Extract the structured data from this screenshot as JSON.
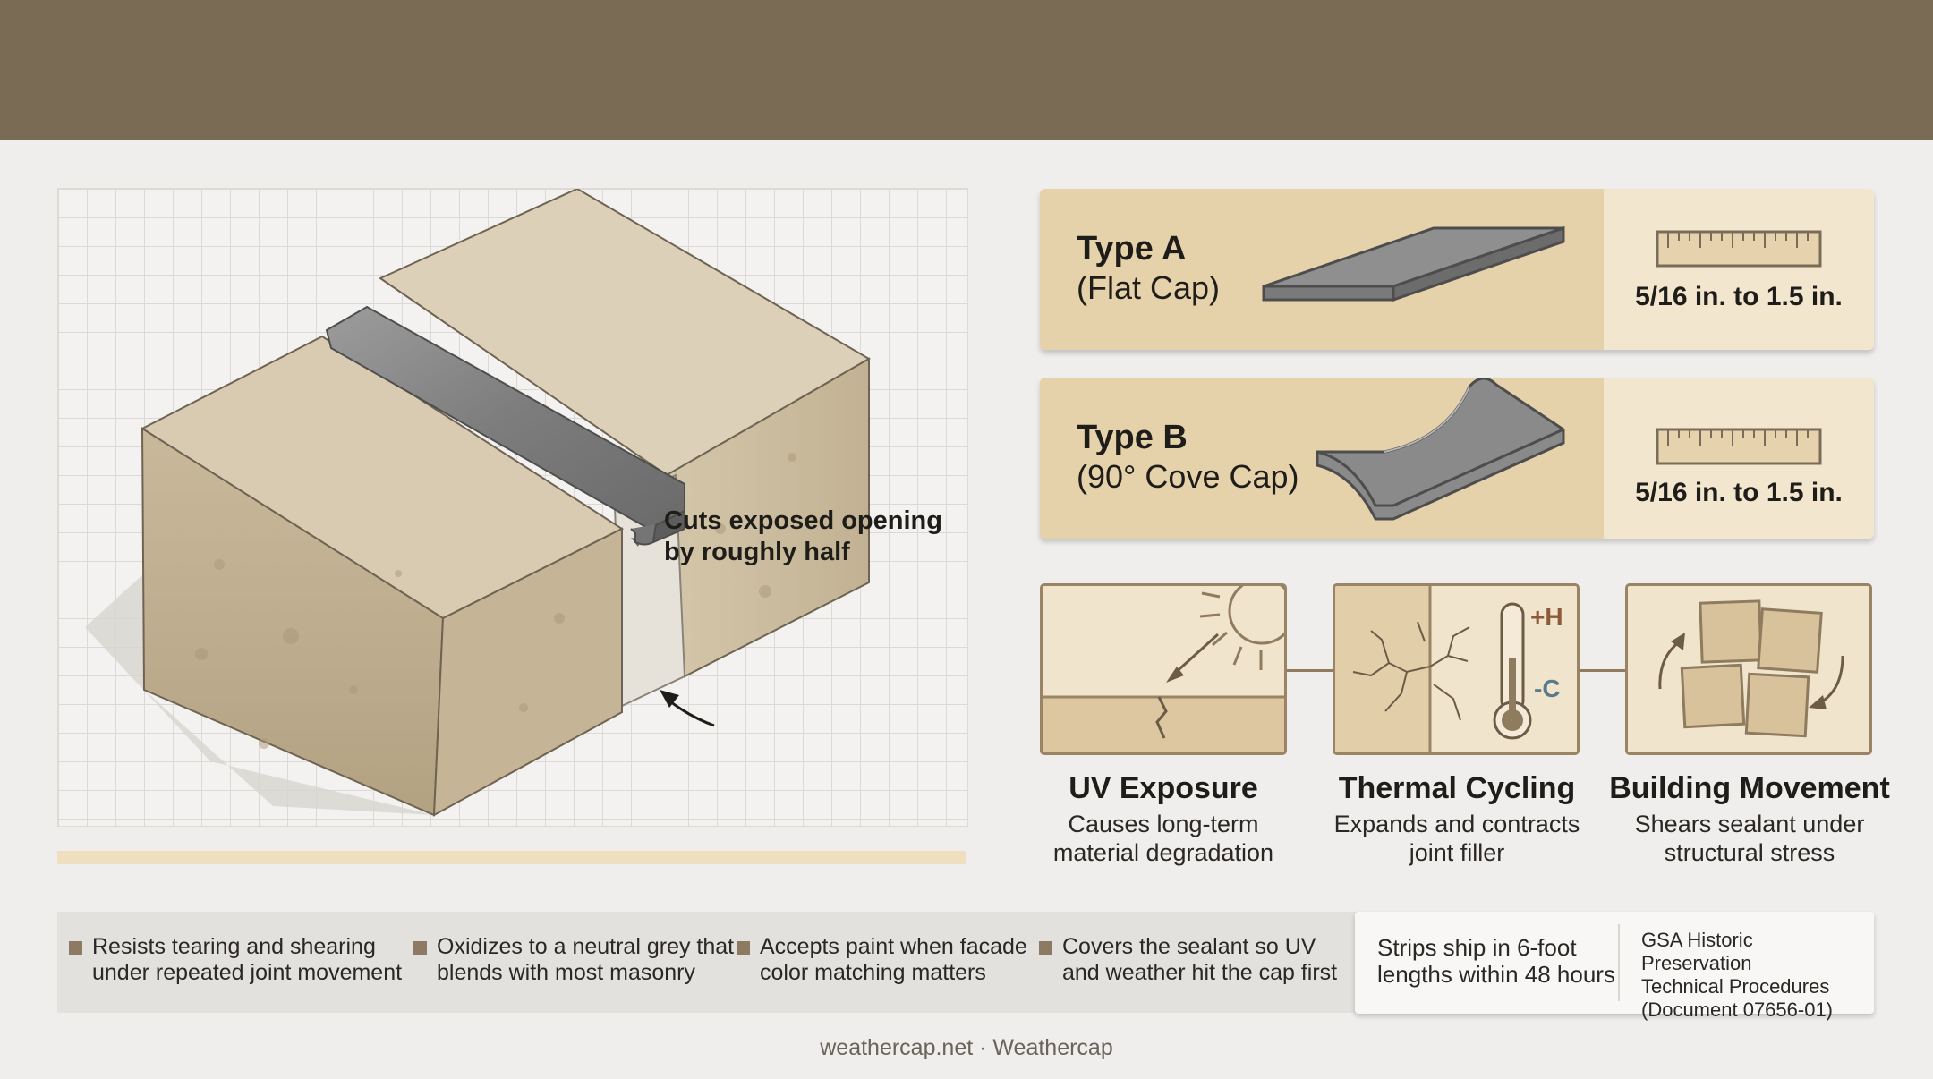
{
  "illustration": {
    "callout": [
      "Cuts exposed opening",
      "by roughly half"
    ]
  },
  "types": [
    {
      "name": "Type A",
      "desc": "(Flat Cap)",
      "range": "5/16 in. to 1.5 in.",
      "icon": "flat-cap-profile"
    },
    {
      "name": "Type B",
      "desc": "(90° Cove Cap)",
      "range": "5/16 in. to 1.5 in.",
      "icon": "cove-cap-profile"
    }
  ],
  "factors": [
    {
      "title": "UV Exposure",
      "desc": [
        "Causes long-term",
        "material degradation"
      ],
      "icon": "sun-crack-icon"
    },
    {
      "title": "Thermal Cycling",
      "desc": [
        "Expands and contracts",
        "joint filler"
      ],
      "icon": "thermometer-icon",
      "hot_label": "+H",
      "cold_label": "-C"
    },
    {
      "title": "Building Movement",
      "desc": [
        "Shears sealant under",
        "structural stress"
      ],
      "icon": "shifting-blocks-icon"
    }
  ],
  "benefits": [
    [
      "Resists tearing and shearing",
      "under repeated joint movement"
    ],
    [
      "Oxidizes to a neutral grey that",
      "blends with most masonry"
    ],
    [
      "Accepts paint when facade",
      "color matching matters"
    ],
    [
      "Covers the sealant so UV",
      "and weather hit the cap first"
    ]
  ],
  "shipping": {
    "text": [
      "Strips ship in 6-foot",
      "lengths within 48 hours"
    ],
    "reference": [
      "GSA Historic Preservation",
      "Technical Procedures",
      "(Document 07656-01)"
    ]
  },
  "footer": "weathercap.net · Weathercap",
  "colors": {
    "header": "#7a6b55",
    "card_main": "#e6d2aa",
    "card_side": "#f3e6cf",
    "cap_grey": "#8a8a8a",
    "stone": "#d4c6ac"
  }
}
